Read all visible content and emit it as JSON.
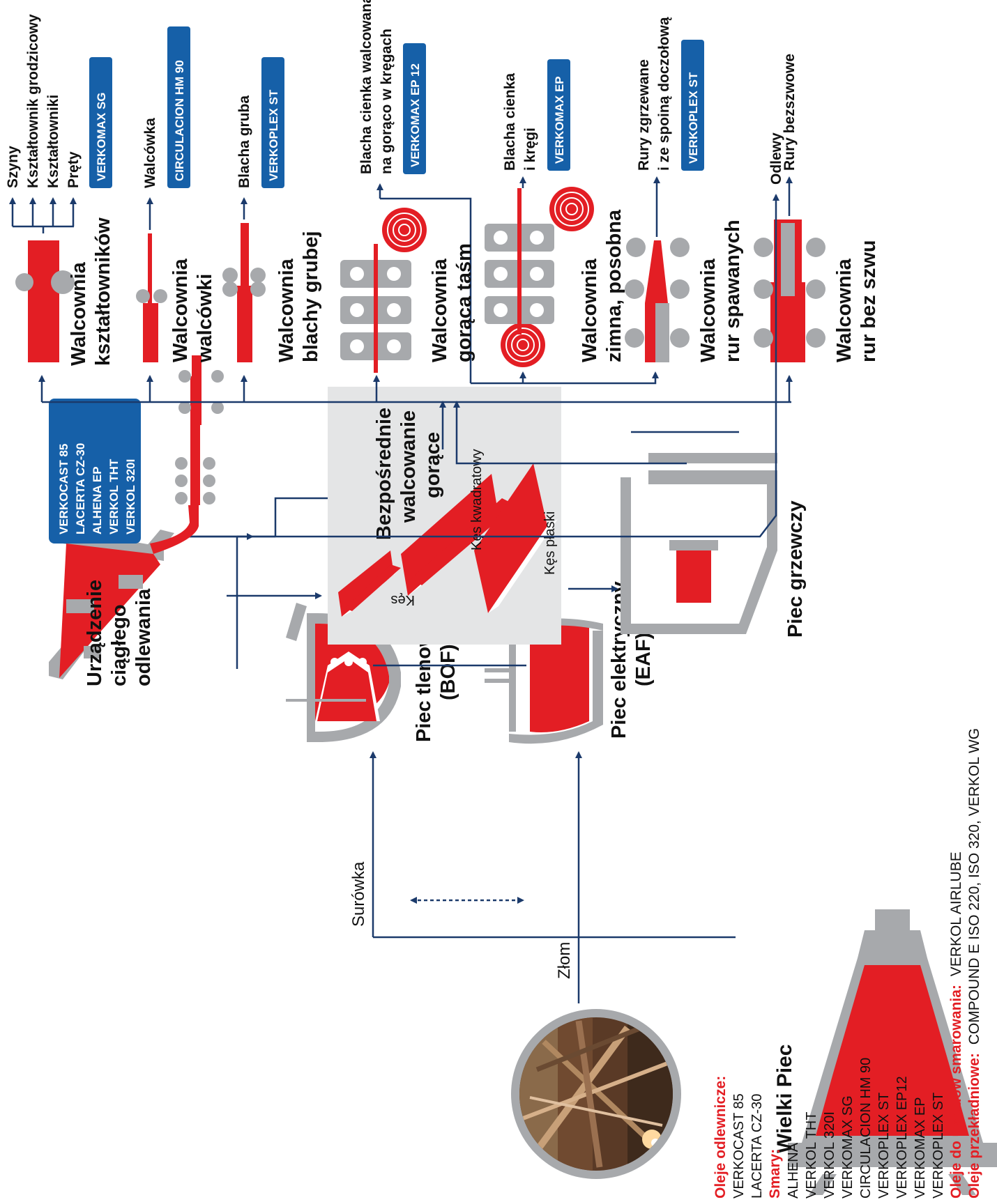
{
  "colors": {
    "red": "#e31e24",
    "gray": "#a7a9ac",
    "light_gray": "#e4e5e6",
    "blue_box": "#1660a8",
    "arrow": "#1b3a6b",
    "legend_red": "#e31e24"
  },
  "sources": {
    "blast_furnace": "Wielki Piec",
    "pig_iron": "Surówka",
    "scrap": "Złom",
    "bof": [
      "Piec tlenowy",
      "(BOF)"
    ],
    "eaf": [
      "Piec elektryczny",
      "(EAF)"
    ]
  },
  "casting": {
    "label": [
      "Urządzenie",
      "ciągłego",
      "odlewania"
    ],
    "oils": [
      "VERKOCAST 85",
      "LACERTA CZ-30",
      "ALHENA EP",
      "VERKOL THT",
      "VERKOL 320I"
    ]
  },
  "semis": {
    "billet": "Kęs",
    "square_billet": "Kęs kwadratowy",
    "slab": "Kęs płaski"
  },
  "direct_rolling": [
    "Bezpośrednie",
    "walcowanie",
    "gorące"
  ],
  "reheat_furnace": "Piec grzewczy",
  "mills": [
    {
      "label": [
        "Walcownia",
        "kształtowników"
      ],
      "products": [
        "Szyny",
        "Kształtownik grodzicowy",
        "Kształtowniki",
        "Pręty"
      ],
      "oil": "VERKOMAX SG"
    },
    {
      "label": [
        "Walcownia",
        "walcówki"
      ],
      "products": [
        "Walcówka"
      ],
      "oil": "CIRCULACION HM 90"
    },
    {
      "label": [
        "Walcownia",
        "blachy grubej"
      ],
      "products": [
        "Blacha gruba"
      ],
      "oil": "VERKOPLEX ST"
    },
    {
      "label": [
        "Walcownia",
        "gorąca taśm"
      ],
      "products": [
        "Blacha cienka walcowana",
        "na gorąco w kręgach"
      ],
      "oil": "VERKOMAX EP 12"
    },
    {
      "label": [
        "Walcownia",
        "zimna, posobna"
      ],
      "products": [
        "Blacha cienka",
        "i kręgi"
      ],
      "oil": "VERKOMAX EP"
    },
    {
      "label": [
        "Walcownia",
        "rur spawanych"
      ],
      "products": [
        "Rury zgrzewane",
        "i ze spoiną doczołową"
      ],
      "oil": "VERKOPLEX ST"
    },
    {
      "label": [
        "Walcownia",
        "rur bez szwu"
      ],
      "products": [
        "Rury bezszwowe"
      ],
      "oil": ""
    }
  ],
  "castings": "Odlewy",
  "legend": {
    "casting_oils_title": "Oleje odlewnicze:",
    "casting_oils": [
      "VERKOCAST 85",
      "LACERTA CZ-30"
    ],
    "greases_title": "Smary:",
    "greases": [
      "ALHENA",
      "VERKOL THT",
      "VERKOL 320I",
      "VERKOMAX SG",
      "CIRCULACION HM 90",
      "VERKOPLEX ST",
      "VERKOPLEX EP12",
      "VERKOMAX EP",
      "VERKOPLEX ST"
    ],
    "lube_oils_title": "Oleje do układów smarowania:",
    "lube_oils": "VERKOL  AIRLUBE",
    "gear_oils_title": "Oleje przekładniowe:",
    "gear_oils": "COMPOUND E ISO 220, ISO 320, VERKOL WG"
  }
}
